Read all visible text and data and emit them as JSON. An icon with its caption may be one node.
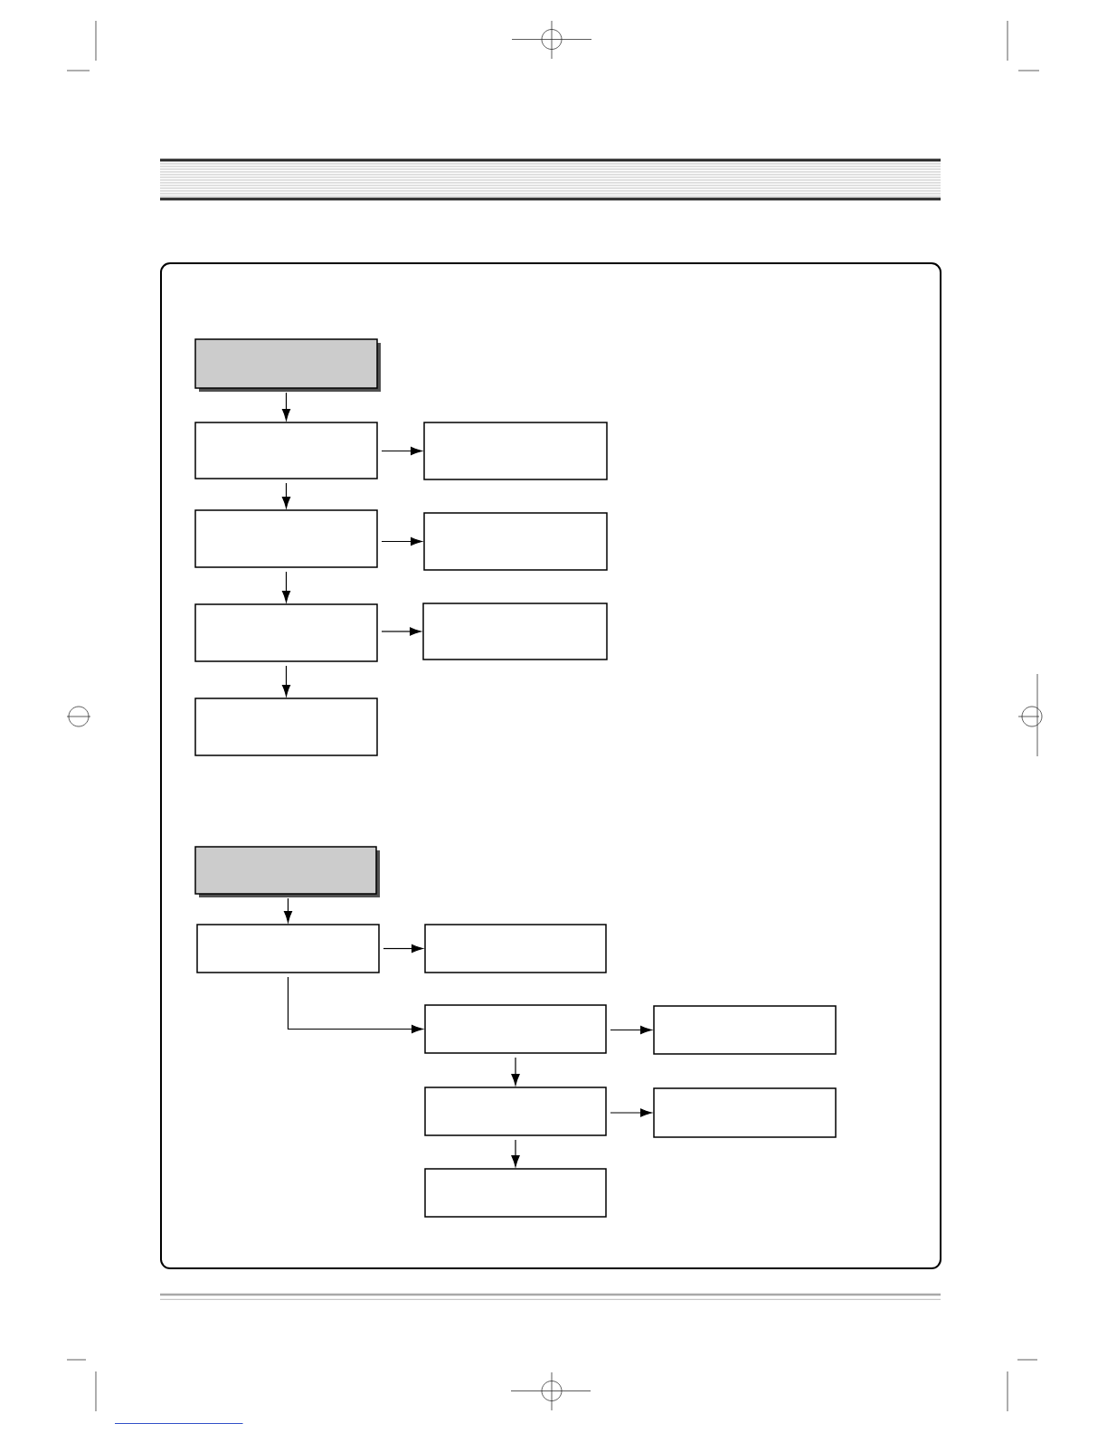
{
  "diagram": {
    "nodes": [
      {
        "text": [],
        "shape": "box"
      },
      {
        "text": [],
        "shape": "box"
      },
      {
        "text": [],
        "shape": "box"
      },
      {
        "text": [],
        "shape": "box"
      },
      {
        "text": [],
        "shape": "box"
      },
      {
        "text": [],
        "shape": "box"
      },
      {
        "text": [],
        "shape": "box"
      },
      {
        "text": [],
        "shape": "box"
      },
      {
        "text": [],
        "shape": "box"
      },
      {
        "text": [],
        "shape": "box"
      },
      {
        "text": [],
        "shape": "box"
      },
      {
        "text": [],
        "shape": "box"
      },
      {
        "text": [],
        "shape": "box"
      },
      {
        "text": [],
        "shape": "box"
      },
      {
        "text": [],
        "shape": "box"
      },
      {
        "text": [],
        "shape": "box"
      }
    ],
    "edges": [
      {
        "from": 0,
        "to": 1,
        "arrow": "to"
      },
      {
        "from": 1,
        "to": 2,
        "arrow": "to"
      },
      {
        "from": 1,
        "to": 3,
        "arrow": "to"
      },
      {
        "from": 3,
        "to": 4,
        "arrow": "to"
      },
      {
        "from": 3,
        "to": 5,
        "arrow": "to"
      },
      {
        "from": 5,
        "to": 6,
        "arrow": "to"
      },
      {
        "from": 5,
        "to": 7,
        "arrow": "to"
      },
      {
        "from": 8,
        "to": 9,
        "arrow": "to"
      },
      {
        "from": 9,
        "to": 10,
        "arrow": "to"
      },
      {
        "from": 9,
        "to": 11,
        "arrow": "to"
      },
      {
        "from": 11,
        "to": 12,
        "arrow": "to"
      },
      {
        "from": 11,
        "to": 13,
        "arrow": "to"
      },
      {
        "from": 13,
        "to": 14,
        "arrow": "to"
      },
      {
        "from": 13,
        "to": 15,
        "arrow": "to"
      }
    ]
  }
}
